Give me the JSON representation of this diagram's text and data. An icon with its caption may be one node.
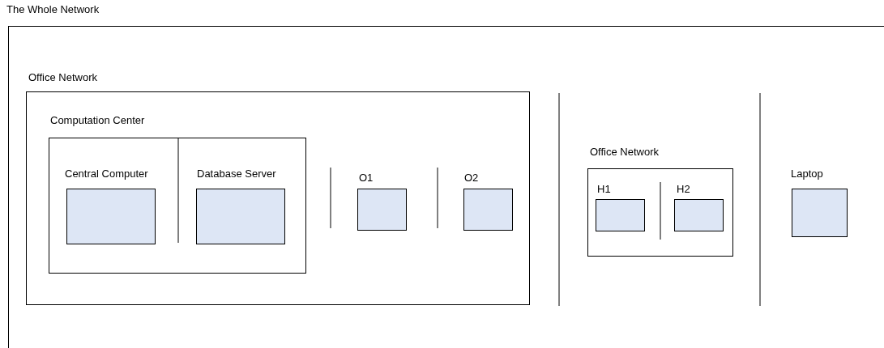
{
  "diagram": {
    "nodes": [
      {
        "text": [
          "The Whole Network"
        ]
      },
      {
        "text": [
          "Office Network"
        ],
        "in": 0
      },
      {
        "text": [
          "Computation Center"
        ],
        "in": 1
      },
      {
        "text": [
          "Central Computer"
        ],
        "in": 2
      },
      {
        "text": [
          "Database Server"
        ],
        "in": 2
      },
      {
        "text": [
          "O1"
        ],
        "in": 1
      },
      {
        "text": [
          "O2"
        ],
        "in": 1
      },
      {
        "text": [
          "Office Network"
        ],
        "in": 0
      },
      {
        "text": [
          "H1"
        ],
        "in": 7
      },
      {
        "text": [
          "H2"
        ],
        "in": 7
      },
      {
        "text": [
          "Laptop"
        ],
        "in": 0
      }
    ]
  }
}
